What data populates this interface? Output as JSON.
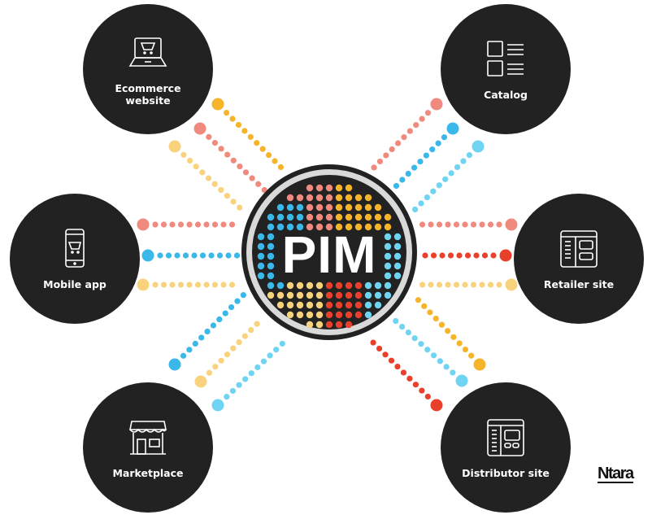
{
  "colors": {
    "coral": "#f08a7e",
    "orange": "#f6b42b",
    "yellow": "#f9d27e",
    "blue": "#3bb8ea",
    "light_blue": "#6fd4f2",
    "red": "#e8402a",
    "node_bg": "#222222"
  },
  "center": {
    "label": "PIM"
  },
  "nodes": [
    {
      "id": "ecommerce",
      "label": "Ecommerce website",
      "icon": "laptop-cart-icon",
      "lines": [
        "orange",
        "coral",
        "yellow"
      ]
    },
    {
      "id": "catalog",
      "label": "Catalog",
      "icon": "catalog-list-icon",
      "lines": [
        "coral",
        "blue",
        "light_blue"
      ]
    },
    {
      "id": "mobile",
      "label": "Mobile app",
      "icon": "phone-cart-icon",
      "lines": [
        "coral",
        "blue",
        "yellow"
      ]
    },
    {
      "id": "retailer",
      "label": "Retailer site",
      "icon": "browser-layout-icon",
      "lines": [
        "coral",
        "red",
        "yellow"
      ]
    },
    {
      "id": "marketplace",
      "label": "Marketplace",
      "icon": "storefront-icon",
      "lines": [
        "blue",
        "yellow",
        "light_blue"
      ]
    },
    {
      "id": "distributor",
      "label": "Distributor site",
      "icon": "browser-layout-icon",
      "lines": [
        "orange",
        "light_blue",
        "red"
      ]
    }
  ],
  "brand": {
    "logo": "Ntara"
  }
}
